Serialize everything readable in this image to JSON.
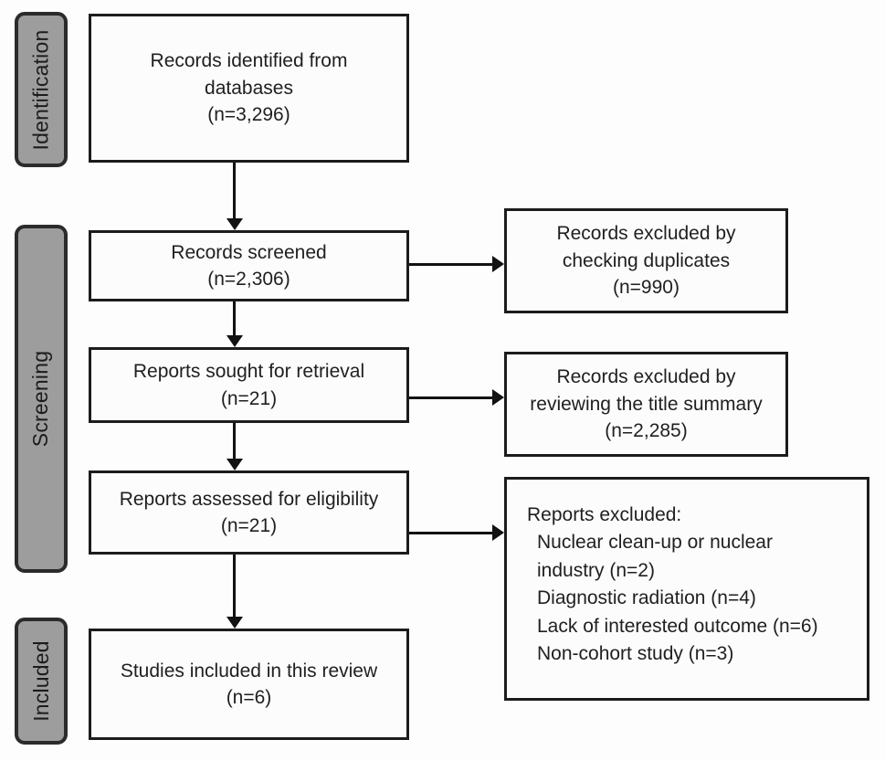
{
  "diagram_type": "prisma-flow-diagram",
  "stages": [
    {
      "label": "Identification"
    },
    {
      "label": "Screening"
    },
    {
      "label": "Included"
    }
  ],
  "flow": [
    {
      "name": "records-identified",
      "text": "Records identified from\ndatabases\n(n=3,296)",
      "count": "3,296"
    },
    {
      "name": "records-screened",
      "text": "Records screened\n(n=2,306)",
      "count": "2,306"
    },
    {
      "name": "reports-sought",
      "text": "Reports sought for retrieval\n(n=21)",
      "count": "21"
    },
    {
      "name": "reports-assessed",
      "text": "Reports assessed for eligibility\n(n=21)",
      "count": "21"
    },
    {
      "name": "studies-included",
      "text": "Studies included in this review\n(n=6)",
      "count": "6"
    }
  ],
  "exclusions": [
    {
      "name": "excluded-duplicates",
      "text": "Records excluded by\nchecking duplicates\n(n=990)",
      "count": "990"
    },
    {
      "name": "excluded-title-summary",
      "text": "Records excluded by\nreviewing the title summary\n(n=2,285)",
      "count": "2,285"
    },
    {
      "name": "reports-excluded",
      "heading": "Reports excluded:",
      "items": [
        "Nuclear clean-up or nuclear industry (n=2)",
        "Diagnostic radiation (n=4)",
        "Lack of interested outcome (n=6)",
        "Non-cohort study (n=3)"
      ]
    }
  ],
  "colors": {
    "background": "#fdfdfd",
    "stage_fill": "#9d9d9d",
    "stage_border": "#2b2b2b",
    "box_border": "#1c1c1c",
    "arrow": "#121212",
    "text": "#1f1f1f"
  }
}
